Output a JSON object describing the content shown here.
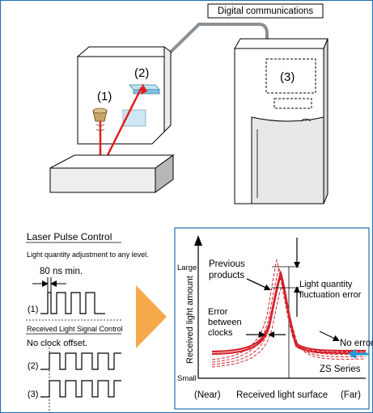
{
  "colors": {
    "frame_blue": "#1f6fb2",
    "laser_red": "#e31c1c",
    "cable_gray": "#8a9096",
    "arrow_orange": "#f6a94a",
    "arrow_blue": "#1e9bd7",
    "curve_red": "#d4222a"
  },
  "top_diagram": {
    "comm_label": "Digital communications",
    "label_1": "(1)",
    "label_2": "(2)",
    "label_3": "(3)"
  },
  "left_panel": {
    "title": "Laser Pulse Control",
    "subtitle": "Light quantity adjustment to any level.",
    "pulse_width": "80 ns min.",
    "row1": "(1)",
    "title2": "Received Light Signal Control",
    "subtitle2": "No clock offset.",
    "row2": "(2)",
    "row3": "(3)"
  },
  "graph": {
    "ylabel": "Received light amount",
    "y_large": "Large",
    "y_small": "Small",
    "xlabel": "Received light surface",
    "x_near": "(Near)",
    "x_far": "(Far)",
    "prev_line1": "Previous",
    "prev_line2": "products",
    "fluct_line1": "Light quantity",
    "fluct_line2": "fluctuation error",
    "clock_line1": "Error",
    "clock_line2": "between",
    "clock_line3": "clocks",
    "no_error": "No error",
    "zs_series": "ZS Series"
  }
}
